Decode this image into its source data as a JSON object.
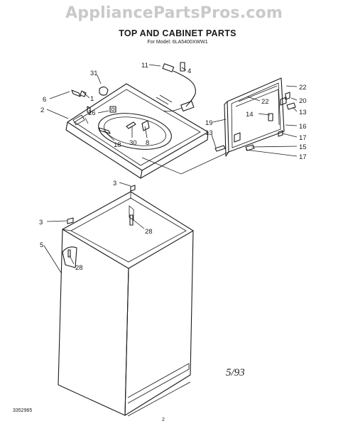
{
  "watermark": "AppliancePartsPros.com",
  "title": "TOP AND CABINET PARTS",
  "subtitle": "For Model: 6LA5400XWW1",
  "footer": {
    "doc_number": "3352965",
    "page_number": "2",
    "date": "5/93"
  },
  "callouts": [
    {
      "id": "c11",
      "label": "11"
    },
    {
      "id": "c4",
      "label": "4"
    },
    {
      "id": "c31",
      "label": "31"
    },
    {
      "id": "c1",
      "label": "1"
    },
    {
      "id": "c6",
      "label": "6"
    },
    {
      "id": "c2",
      "label": "2"
    },
    {
      "id": "c26",
      "label": "26"
    },
    {
      "id": "c30",
      "label": "30"
    },
    {
      "id": "c8",
      "label": "8"
    },
    {
      "id": "c18",
      "label": "18"
    },
    {
      "id": "c22a",
      "label": "22"
    },
    {
      "id": "c22b",
      "label": "22"
    },
    {
      "id": "c20",
      "label": "20"
    },
    {
      "id": "c14",
      "label": "14"
    },
    {
      "id": "c13a",
      "label": "13"
    },
    {
      "id": "c19",
      "label": "19"
    },
    {
      "id": "c13b",
      "label": "13"
    },
    {
      "id": "c16",
      "label": "16"
    },
    {
      "id": "c17a",
      "label": "17"
    },
    {
      "id": "c15",
      "label": "15"
    },
    {
      "id": "c17b",
      "label": "17"
    },
    {
      "id": "c3a",
      "label": "3"
    },
    {
      "id": "c28a",
      "label": "28"
    },
    {
      "id": "c3b",
      "label": "3"
    },
    {
      "id": "c5",
      "label": "5"
    },
    {
      "id": "c28b",
      "label": "28"
    }
  ]
}
